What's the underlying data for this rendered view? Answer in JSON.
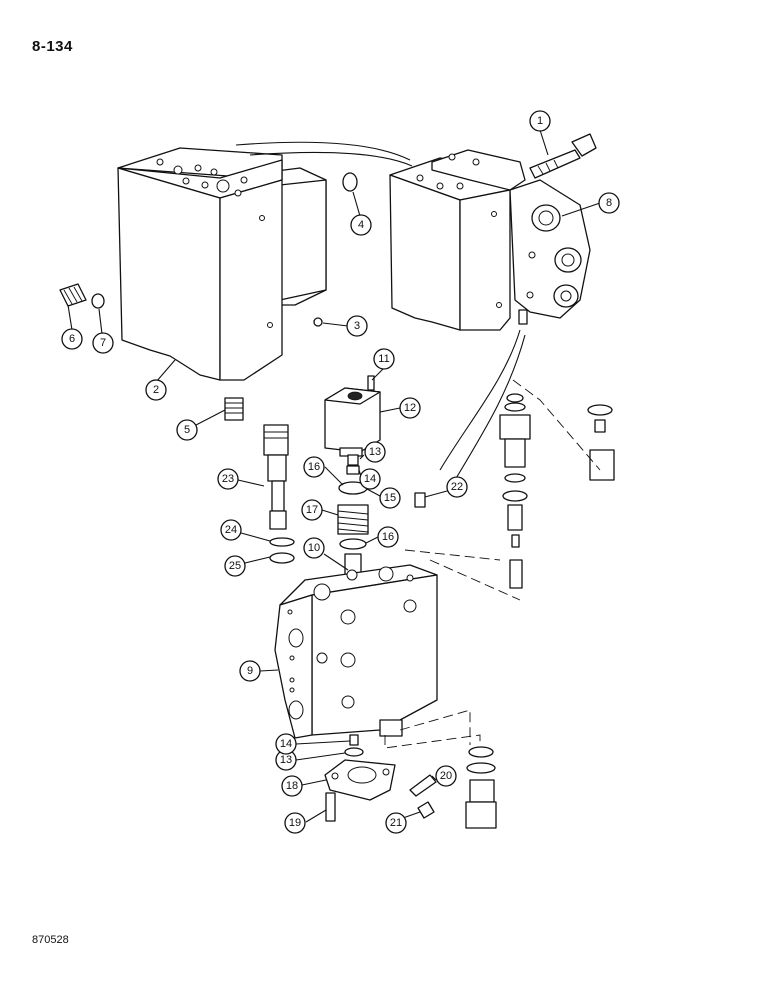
{
  "page_number": "8-134",
  "reference_code": "870528",
  "callouts": [
    "1",
    "2",
    "3",
    "4",
    "5",
    "6",
    "7",
    "8",
    "9",
    "10",
    "11",
    "12",
    "13",
    "13",
    "14",
    "14",
    "15",
    "16",
    "16",
    "17",
    "18",
    "19",
    "20",
    "21",
    "22",
    "23",
    "24",
    "25"
  ]
}
